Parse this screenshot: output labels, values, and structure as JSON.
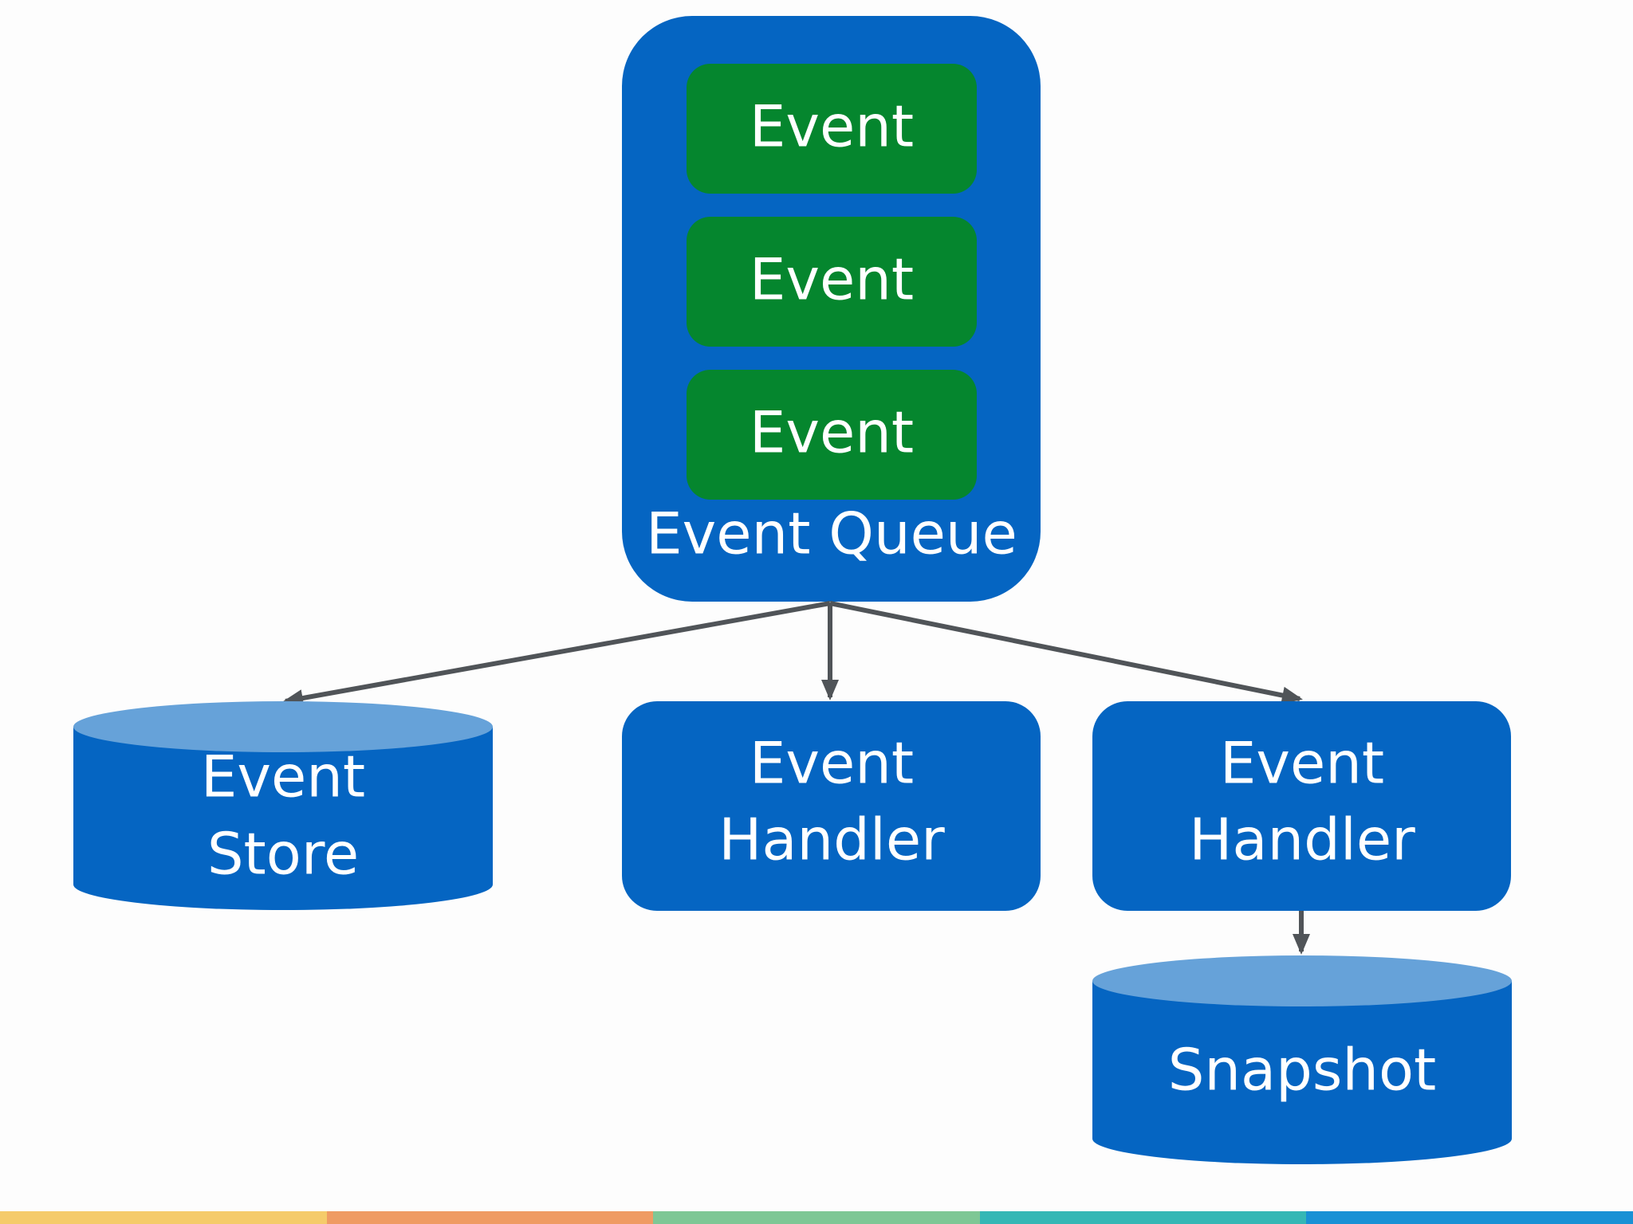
{
  "colors": {
    "background": "#fdfdfd",
    "box": "#0565c2",
    "event_box": "#05862e",
    "cylinder_top": "#66a2d9",
    "arrow": "#505458",
    "text": "#ffffff",
    "strip": [
      "#f5cb6a",
      "#ef9b63",
      "#7ec795",
      "#35b7b5",
      "#1991d5"
    ]
  },
  "queue": {
    "label": "Event Queue",
    "events": [
      {
        "label": "Event"
      },
      {
        "label": "Event"
      },
      {
        "label": "Event"
      }
    ]
  },
  "event_store": {
    "line1": "Event",
    "line2": "Store"
  },
  "handlers": [
    {
      "line1": "Event",
      "line2": "Handler"
    },
    {
      "line1": "Event",
      "line2": "Handler"
    }
  ],
  "snapshot": {
    "label": "Snapshot"
  }
}
